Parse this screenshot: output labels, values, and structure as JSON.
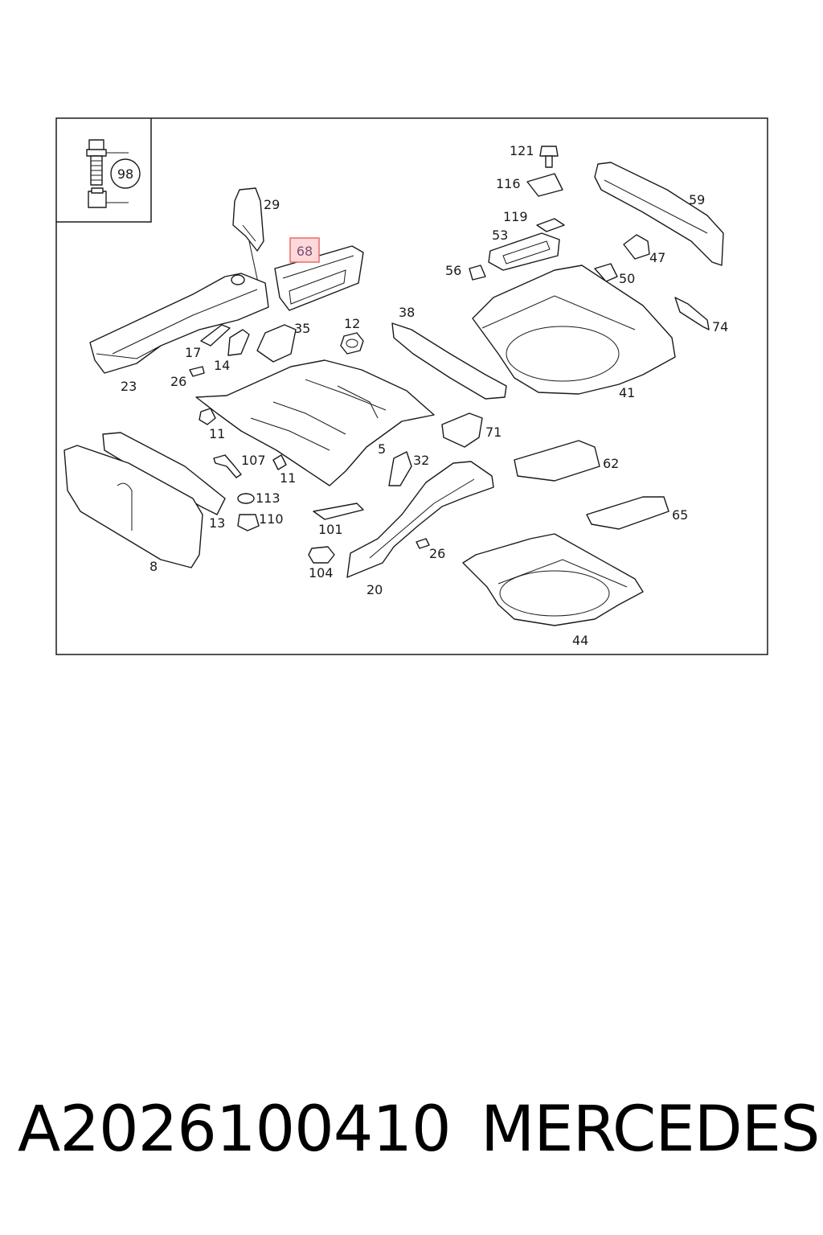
{
  "diagram": {
    "inset_callout": "98",
    "highlighted_callout": "68",
    "highlight_color": "#e86a6a",
    "callouts": [
      "121",
      "116",
      "59",
      "119",
      "53",
      "47",
      "56",
      "50",
      "29",
      "68",
      "12",
      "35",
      "38",
      "74",
      "17",
      "14",
      "23",
      "26",
      "41",
      "11",
      "5",
      "71",
      "32",
      "107",
      "11",
      "62",
      "113",
      "110",
      "101",
      "26",
      "65",
      "13",
      "8",
      "104",
      "20",
      "44"
    ]
  },
  "footer": {
    "part_number": "A2026100410",
    "brand": "MERCEDES"
  }
}
